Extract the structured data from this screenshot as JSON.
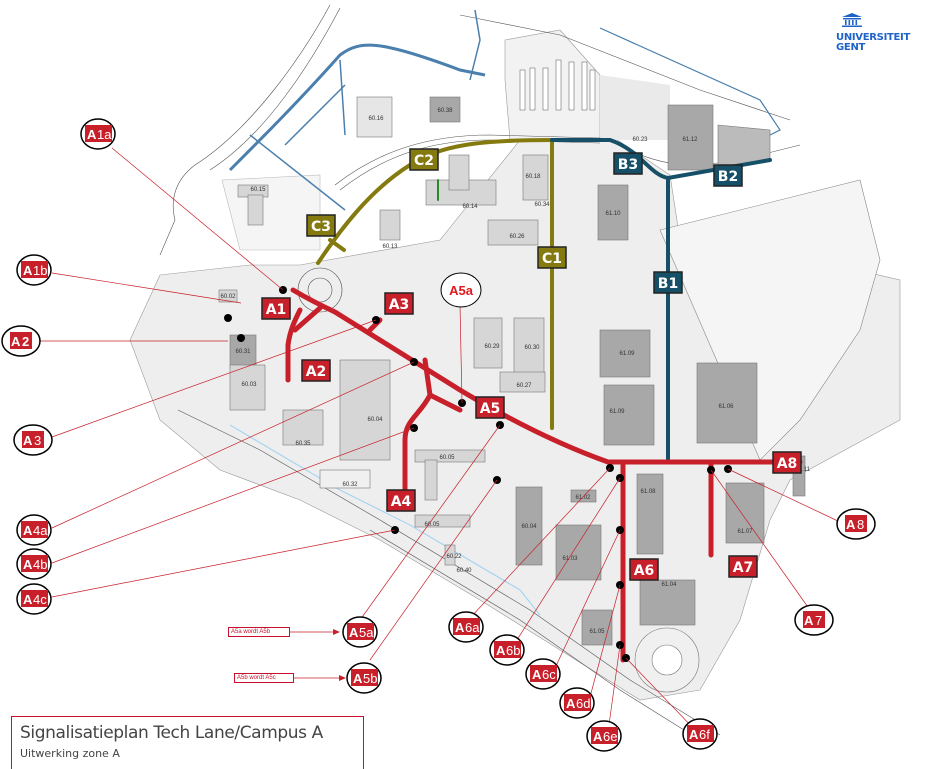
{
  "title": {
    "main": "Signalisatieplan Tech Lane/Campus A",
    "sub": "Uitwerking zone A"
  },
  "logo": {
    "icon": "university-building-icon",
    "line1": "UNIVERSITEIT",
    "line2": "GENT",
    "color": "#1e64c8"
  },
  "colors": {
    "route_a": "#c8202a",
    "route_b": "#164f68",
    "route_c": "#857a10",
    "building_dark": "#a8a8a8",
    "building_light": "#d6d6d6",
    "ground": "#eeeeee",
    "water": "#4a7fae"
  },
  "route_labels": {
    "A1": "A1",
    "A2": "A2",
    "A3": "A3",
    "A4": "A4",
    "A5": "A5",
    "A6": "A6",
    "A7": "A7",
    "A8": "A8",
    "B1": "B1",
    "B2": "B2",
    "B3": "B3",
    "C1": "C1",
    "C2": "C2",
    "C3": "C3"
  },
  "callouts": {
    "A1a": {
      "prefix": "A",
      "suffix": "1a"
    },
    "A1b": {
      "prefix": "A",
      "suffix": "1b"
    },
    "A2": {
      "prefix": "A",
      "suffix": "2"
    },
    "A3": {
      "prefix": "A",
      "suffix": "3"
    },
    "A4a": {
      "prefix": "A",
      "suffix": "4a"
    },
    "A4b": {
      "prefix": "A",
      "suffix": "4b"
    },
    "A4c": {
      "prefix": "A",
      "suffix": "4c"
    },
    "A5a": {
      "prefix": "A",
      "suffix": "5a"
    },
    "A5b": {
      "prefix": "A",
      "suffix": "5b"
    },
    "A6a": {
      "prefix": "A",
      "suffix": "6a"
    },
    "A6b": {
      "prefix": "A",
      "suffix": "6b"
    },
    "A6c": {
      "prefix": "A",
      "suffix": "6c"
    },
    "A6d": {
      "prefix": "A",
      "suffix": "6d"
    },
    "A6e": {
      "prefix": "A",
      "suffix": "6e"
    },
    "A6f": {
      "prefix": "A",
      "suffix": "6f"
    },
    "A7": {
      "prefix": "A",
      "suffix": "7"
    },
    "A8": {
      "prefix": "A",
      "suffix": "8"
    },
    "A5a_map": "A5a"
  },
  "notes": {
    "n1": "A5a wordt A5b",
    "n2": "A5b wordt A5c"
  },
  "buildings": {
    "b6016": "60.16",
    "b6038": "60.38",
    "b6015": "60.15",
    "b6013": "60.13",
    "b6014": "60.14",
    "b6018": "60.18",
    "b6034": "60.34",
    "b6026": "60.26",
    "b6023": "60.23",
    "b6112": "61.12",
    "b6110": "61.10",
    "b6002": "60.02",
    "b6031": "60.31",
    "b6003": "60.03",
    "b6035": "60.35",
    "b6004": "60.04",
    "b6029": "60.29",
    "b6030": "60.30",
    "b6027": "60.27",
    "b6109a": "61.09",
    "b6109b": "61.09",
    "b6106": "61.06",
    "b6005": "60.05",
    "b6032": "60.32",
    "b6005b": "60.05",
    "b6022": "60.22",
    "b6040": "60.40",
    "b6004b": "60.04",
    "b6102": "61.02",
    "b6108": "61.08",
    "b6103": "61.03",
    "b6104": "61.04",
    "b6105": "61.05",
    "b6107": "61.07",
    "b6111": ".11"
  }
}
